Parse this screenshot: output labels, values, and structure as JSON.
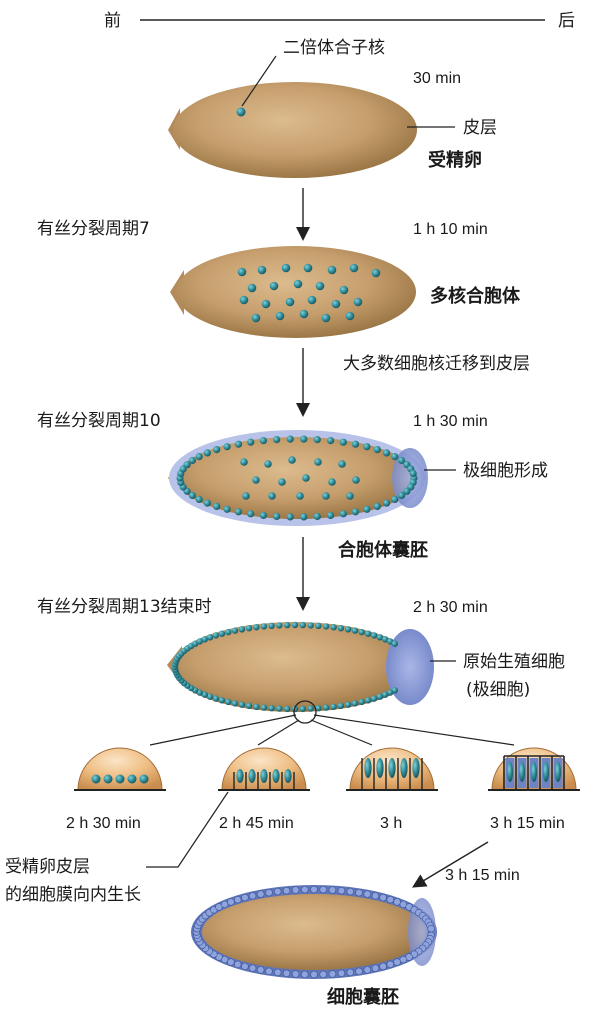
{
  "axis": {
    "anterior": "前",
    "posterior": "后"
  },
  "stage1": {
    "zygote_label": "二倍体合子核",
    "time": "30 min",
    "cortex_label": "皮层",
    "name": "受精卵"
  },
  "stage2": {
    "cycle": "有丝分裂周期7",
    "time": "1 h 10 min",
    "name": "多核合胞体",
    "migration_note": "大多数细胞核迁移到皮层"
  },
  "stage3": {
    "cycle": "有丝分裂周期10",
    "time": "1 h 30 min",
    "pole_label": "极细胞形成",
    "name": "合胞体囊胚"
  },
  "stage4": {
    "cycle": "有丝分裂周期13结束时",
    "time": "2 h 30 min",
    "germ_label_1": "原始生殖细胞",
    "germ_label_2": "(极细胞)"
  },
  "details": [
    {
      "time": "2 h 30 min"
    },
    {
      "time": "2 h 45 min"
    },
    {
      "time": "3 h"
    },
    {
      "time": "3 h 15 min"
    }
  ],
  "membrane_note": {
    "line1": "受精卵皮层",
    "line2": "的细胞膜向内生长"
  },
  "stage5": {
    "time": "3 h 15 min",
    "name": "细胞囊胚"
  },
  "colors": {
    "egg": "#c9a374",
    "egg_dark": "#9a7449",
    "nucleus": "#2f8a96",
    "cell_blue": "#4d68ad",
    "pole_blue": "#8da0d8"
  }
}
